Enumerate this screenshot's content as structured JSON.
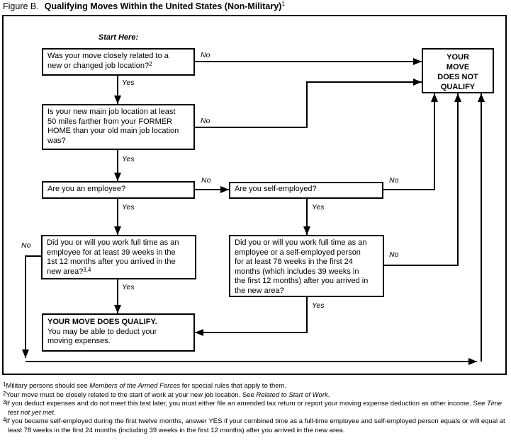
{
  "title": {
    "prefix": "Figure B.",
    "text": "Qualifying Moves Within the United States (Non-Military)",
    "footnote_ref": "1"
  },
  "start_here": "Start Here:",
  "labels": {
    "yes": "Yes",
    "no": "No"
  },
  "boxes": {
    "q1": {
      "lines": [
        "Was your move closely related to a",
        "new or changed job location?"
      ],
      "footnote_ref": "2"
    },
    "q2": {
      "lines": [
        "Is your new main job location at least",
        "50 miles farther from your FORMER",
        "HOME than your old main job location",
        "was?"
      ]
    },
    "q3": {
      "lines": [
        "Are you an employee?"
      ]
    },
    "q4": {
      "lines": [
        "Are you self-employed?"
      ]
    },
    "q5": {
      "lines": [
        "Did you or will you work full time as an",
        "employee for at least 39 weeks in the",
        "1st 12 months after you arrived in the",
        "new area?"
      ],
      "footnote_ref": "3,4"
    },
    "q6": {
      "lines": [
        "Did you or will you work full time as an",
        "employee or a self-employed person",
        "for at least 78 weeks in the first 24",
        "months (which includes 39 weeks in",
        "the first 12 months) after you arrived in",
        "the new area?"
      ]
    },
    "not_qualify": {
      "lines": [
        "YOUR",
        "MOVE",
        "DOES NOT",
        "QUALIFY"
      ]
    },
    "qualify": {
      "title": "YOUR MOVE DOES QUALIFY.",
      "lines": [
        "You may be able to deduct your",
        "moving expenses."
      ]
    }
  },
  "footnotes": [
    {
      "ref": "1",
      "pre": "Military persons should see ",
      "italic": "Members of the Armed Forces",
      "post": " for special rules that apply to them."
    },
    {
      "ref": "2",
      "pre": "Your move must be closely related to the start of work at your new job location. See ",
      "italic": "Related to Start of Work",
      "post": "."
    },
    {
      "ref": "3",
      "pre": "If you deduct expenses and do not meet this test later, you must either file an amended tax return or report your moving expense deduction as other income. See ",
      "italic": "Time test not yet met",
      "post": "."
    },
    {
      "ref": "4",
      "pre": "If you became self-employed during the first twelve months, answer YES if your combined time as a full-time employee and self-employed person equals or will equal at least 78 weeks in the first 24 months (including 39 weeks in the first 12 months) after you arrived in the new area.",
      "italic": "",
      "post": ""
    }
  ],
  "colors": {
    "line": "#000000",
    "background": "#ffffff"
  }
}
